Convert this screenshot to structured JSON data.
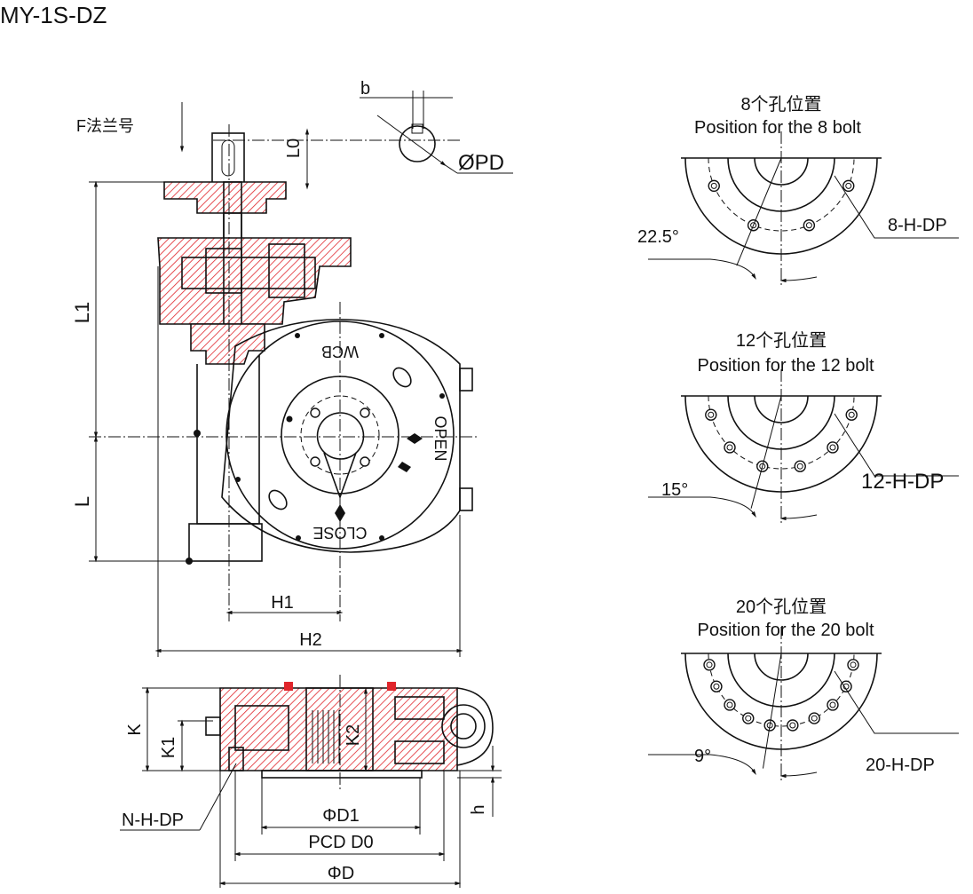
{
  "title": "MY-1S-DZ",
  "front_view": {
    "flange_label": "F法兰号",
    "b": "b",
    "l0": "L0",
    "pd": "ØPD",
    "l1": "L1",
    "l": "L",
    "h1": "H1",
    "h2": "H2",
    "material": "WCB",
    "open": "OPEN",
    "close": "CLOSE"
  },
  "bottom_view": {
    "k": "K",
    "k1": "K1",
    "k2": "K2",
    "h": "h",
    "nhdp": "N-H-DP",
    "d1": "ΦD1",
    "pcd": "PCD D0",
    "d": "ΦD"
  },
  "bolt_patterns": [
    {
      "title_cn": "8个孔位置",
      "title_en": "Position for the 8 bolt",
      "angle": "22.5°",
      "label": "8-H-DP",
      "bolt_count": 8
    },
    {
      "title_cn": "12个孔位置",
      "title_en": "Position for the 12 bolt",
      "angle": "15°",
      "label": "12-H-DP",
      "bolt_count": 12
    },
    {
      "title_cn": "20个孔位置",
      "title_en": "Position for the 20 bolt",
      "angle": "9°",
      "label": "20-H-DP",
      "bolt_count": 20
    }
  ],
  "colors": {
    "section_hatch": "#e0252b",
    "line": "#111111"
  }
}
